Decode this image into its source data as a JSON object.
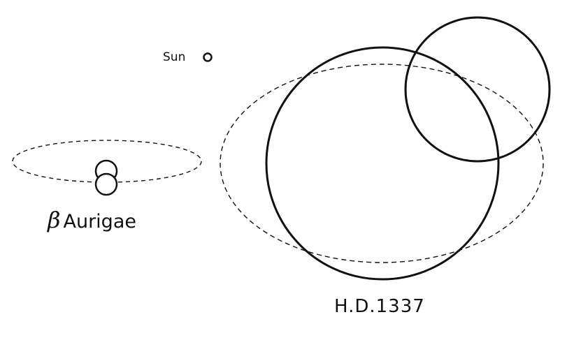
{
  "labels": {
    "sun": "Sun",
    "beta_symbol": "β",
    "beta_aurigae": "Aurigae",
    "hd1337": "H.D.1337"
  },
  "colors": {
    "stroke": "#111111",
    "background": "#ffffff"
  }
}
